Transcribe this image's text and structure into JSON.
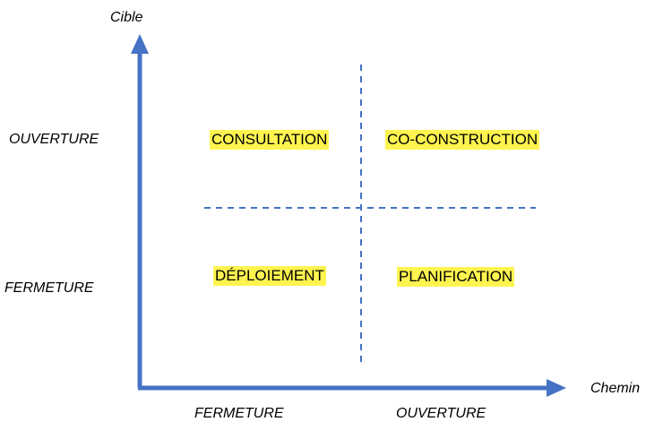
{
  "axes": {
    "y_title": "Cible",
    "x_title": "Chemin",
    "y_top_label": "OUVERTURE",
    "y_bottom_label": "FERMETURE",
    "x_left_label": "FERMETURE",
    "x_right_label": "OUVERTURE",
    "axis_color": "#4472c4",
    "divider_color": "#4472c4"
  },
  "quadrants": {
    "top_left": "CONSULTATION",
    "top_right": "CO-CONSTRUCTION",
    "bottom_left": "DÉPLOIEMENT",
    "bottom_right": "PLANIFICATION",
    "highlight_color": "#fff44f"
  }
}
